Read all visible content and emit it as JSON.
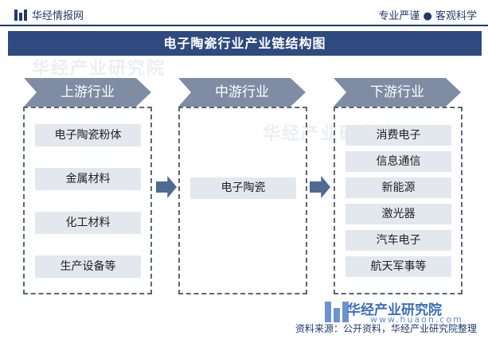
{
  "header": {
    "brand": "华经情报网",
    "slogan": "专业严谨 ● 客观科学"
  },
  "title": "电子陶瓷行业产业链结构图",
  "stages": [
    {
      "label": "上游行业",
      "items": [
        "电子陶瓷粉体",
        "金属材料",
        "化工材料",
        "生产设备等"
      ]
    },
    {
      "label": "中游行业",
      "items": [
        "电子陶瓷"
      ]
    },
    {
      "label": "下游行业",
      "items": [
        "消费电子",
        "信息通信",
        "新能源",
        "激光器",
        "汽车电子",
        "航天军事等"
      ]
    }
  ],
  "watermark": {
    "name": "华经产业研究院",
    "url": "www.huaon.com"
  },
  "source": "资料来源：公开资料，华经产业研究院整理",
  "colors": {
    "title_bg": "#2f4a7e",
    "chevron": "#7f8ca3",
    "item_bg": "#e3e7ee",
    "arrow": "#4f6a93"
  }
}
